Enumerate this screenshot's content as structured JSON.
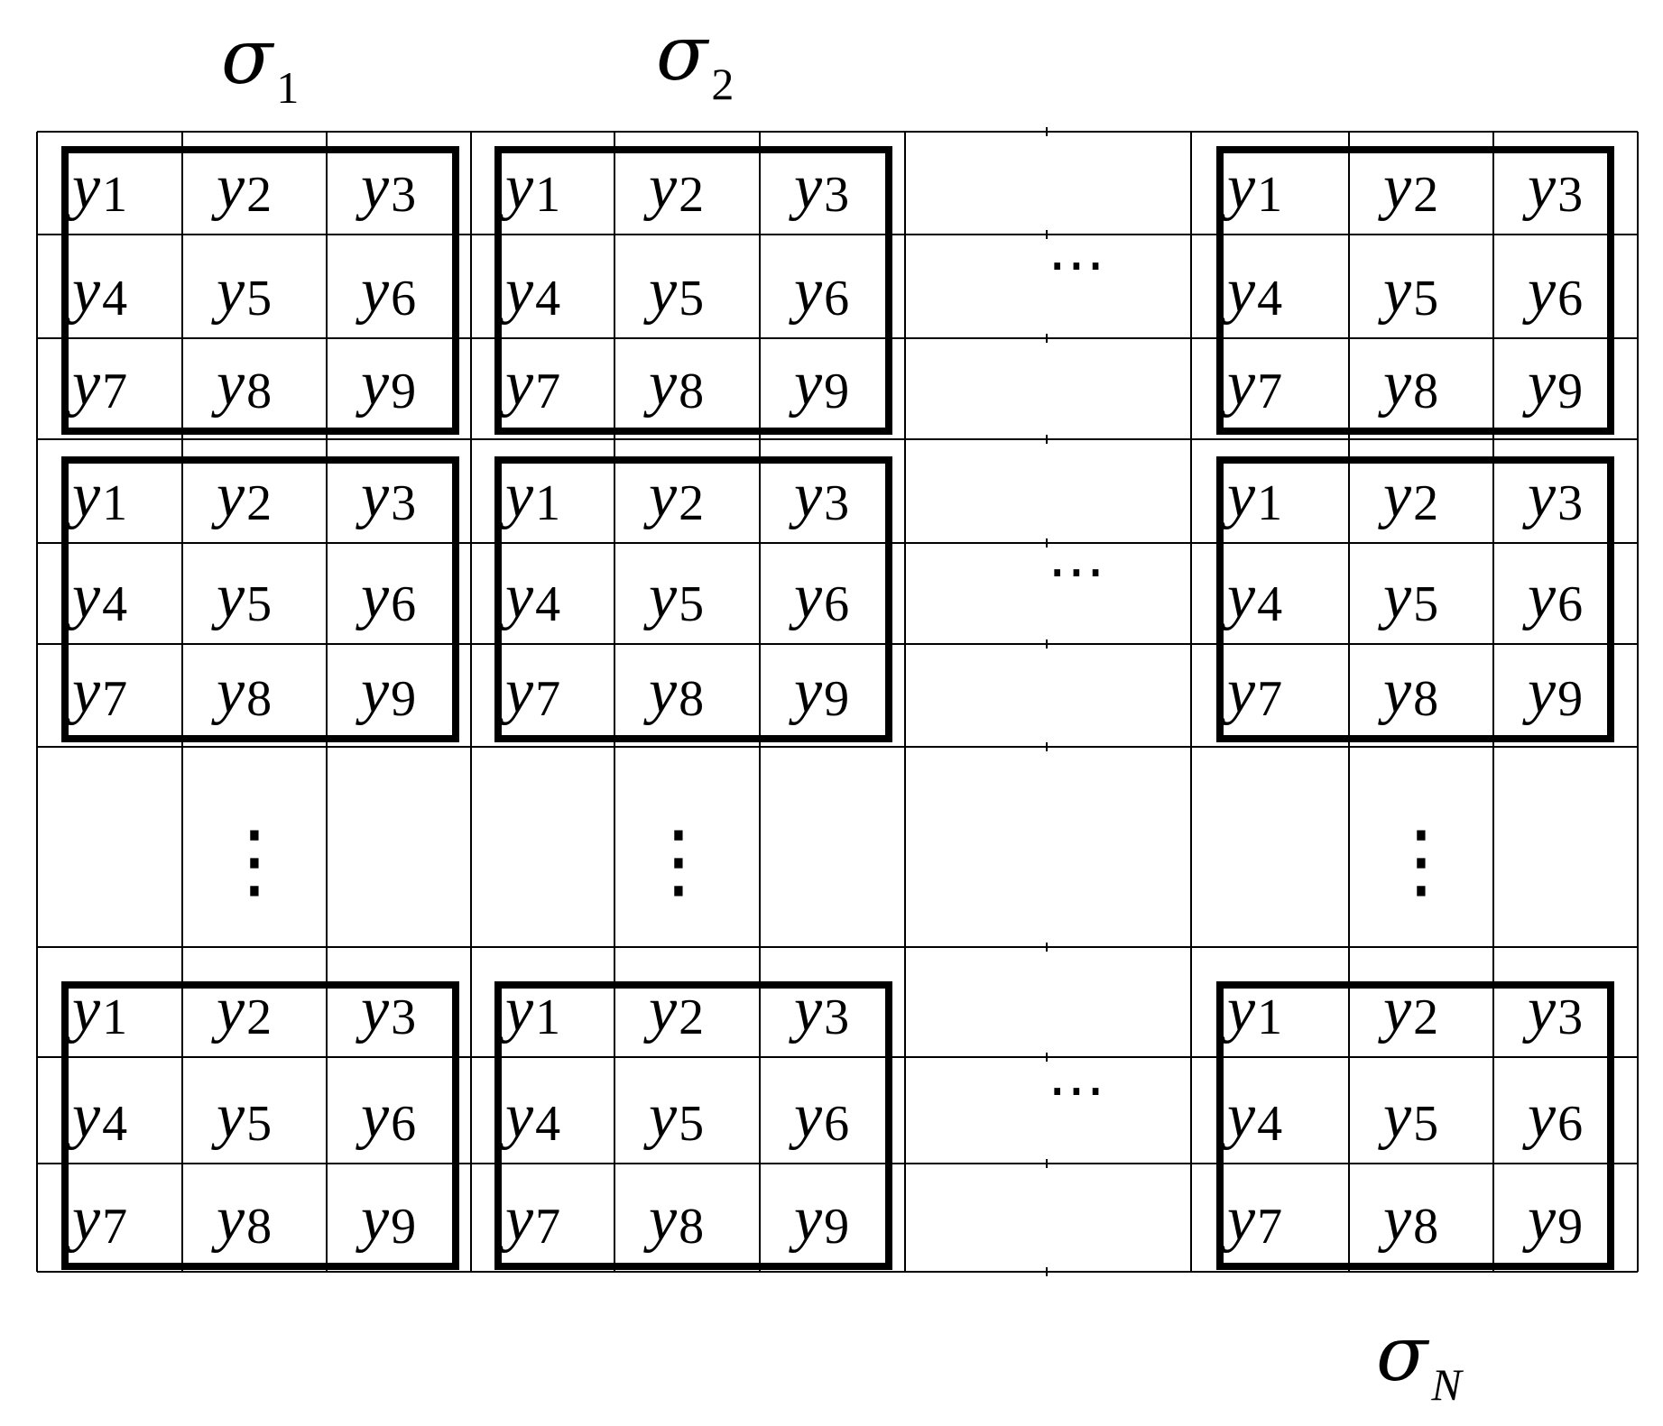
{
  "column_labels": [
    {
      "base": "σ",
      "subscript": "1"
    },
    {
      "base": "σ",
      "subscript": "2"
    },
    {
      "base": "σ",
      "subscript": "N"
    }
  ],
  "block_variables": {
    "base": "y",
    "subscripts": [
      "1",
      "2",
      "3",
      "4",
      "5",
      "6",
      "7",
      "8",
      "9"
    ]
  },
  "ellipsis_horizontal": "⋯",
  "ellipsis_vertical": "⋮",
  "block_rows_shown": 3,
  "block_columns_shown": 3
}
